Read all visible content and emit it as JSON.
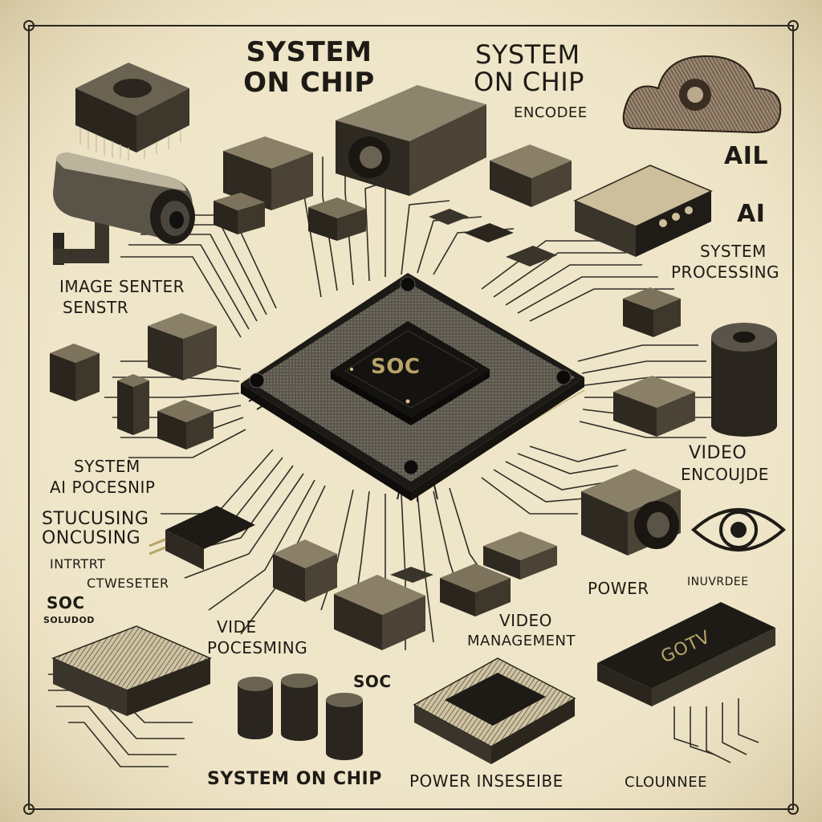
{
  "colors": {
    "paper": "#efe5c8",
    "ink": "#1e1b16",
    "chip": "#2a2824",
    "gold": "#b8a36a"
  },
  "title": {
    "line1": "SYSTEM",
    "line2": "ON CHIP"
  },
  "labels": {
    "top_right_1": "SYSTEM",
    "top_right_2": "ON CHIP",
    "encoder": "ENCODEE",
    "ail": "AIL",
    "ai": "AI",
    "system": "SYSTEM",
    "processing": "PROCESSING",
    "image_senter": "IMAGE SENTER",
    "senstr": "SENSTR",
    "system_left": "SYSTEM",
    "ai_pocesnip": "AI POCESNIP",
    "stucusing": "STUCUSING",
    "oncusing": "ONCUSING",
    "intrtrt": "INTRTRT",
    "ctweseter": "CTWESETER",
    "video_right": "VIDEO",
    "encoujde": "ENCOUJDE",
    "power_right": "POWER",
    "inuvrde": "INUVRDEE",
    "vide": "VIDE",
    "pocesming": "POCESMING",
    "video_mgmt_1": "VIDEO",
    "video_mgmt_2": "MANAGEMENT",
    "soc_bottom": "SOC",
    "bottom_system": "SYSTEM ON CHIP",
    "bottom_power": "POWER INSESEIBE",
    "bottom_cloud": "CLOUNNEE",
    "chip_center": "SOC",
    "module_right": "GOTV",
    "soc_left": "SOC",
    "soc_left_small": "SOLUDOD"
  },
  "icons": [
    "cctv-camera-icon",
    "cloud-icon",
    "eye-icon",
    "soc-chip-icon",
    "heatsink-icon",
    "capacitor-icon"
  ]
}
